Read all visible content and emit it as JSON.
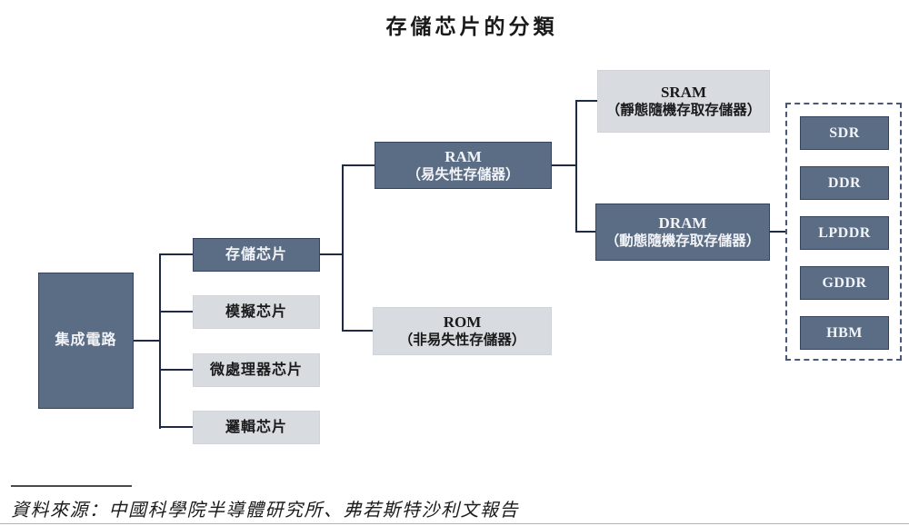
{
  "title": "存儲芯片的分類",
  "nodes": {
    "root": {
      "label": "集成電路"
    },
    "level2": [
      {
        "label": "存儲芯片",
        "variant": "dark"
      },
      {
        "label": "模擬芯片",
        "variant": "light"
      },
      {
        "label": "微處理器芯片",
        "variant": "light"
      },
      {
        "label": "邏輯芯片",
        "variant": "light"
      }
    ],
    "ram": {
      "title": "RAM",
      "subtitle": "（易失性存儲器）"
    },
    "rom": {
      "title": "ROM",
      "subtitle": "（非易失性存儲器）"
    },
    "sram": {
      "title": "SRAM",
      "subtitle": "（靜態隨機存取存儲器）"
    },
    "dram": {
      "title": "DRAM",
      "subtitle": "（動態隨機存取存儲器）"
    },
    "dram_types": [
      "SDR",
      "DDR",
      "LPDDR",
      "GDDR",
      "HBM"
    ]
  },
  "source": {
    "label": "資料來源：中國科學院半導體研究所、弗若斯特沙利文報告"
  },
  "colors": {
    "dark_box_fill": "#5b6c85",
    "light_box_fill": "#d8dce0",
    "connector_line": "#1f2a44",
    "dashed_border": "#47587a",
    "background": "#ffffff"
  }
}
